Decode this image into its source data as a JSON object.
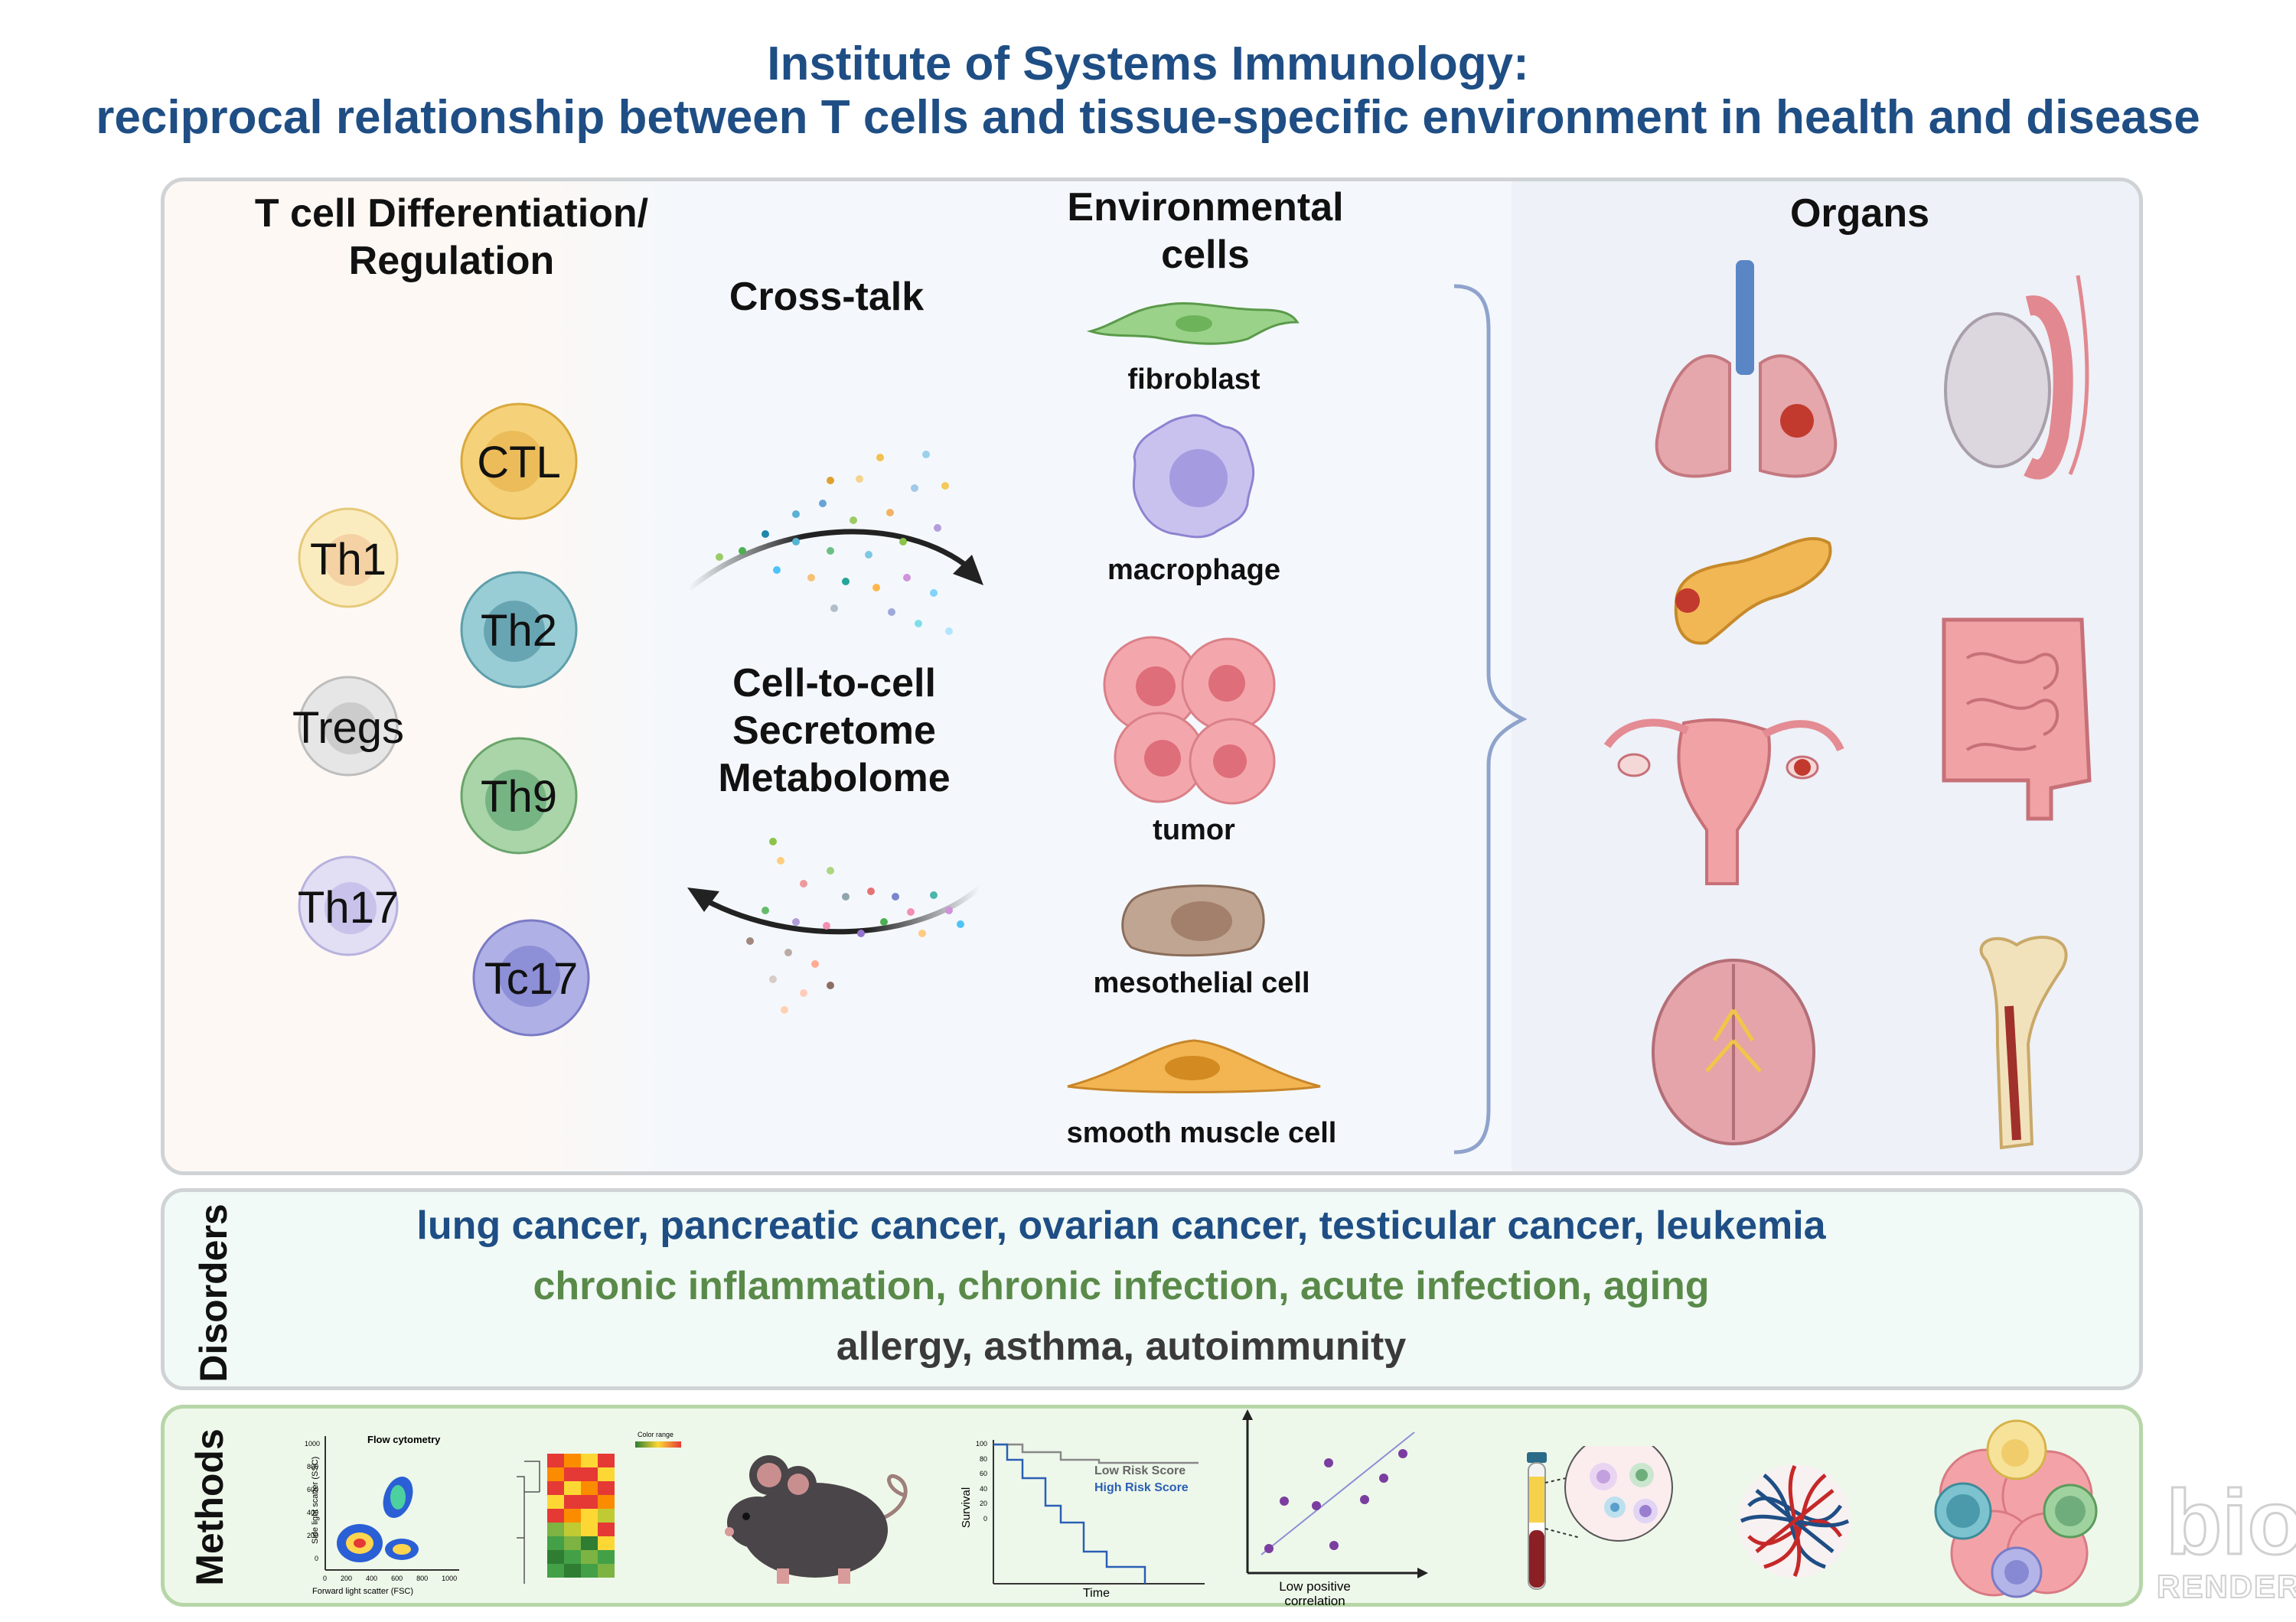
{
  "title": {
    "line1": "Institute of Systems Immunology:",
    "line2": "reciprocal relationship between T cells and tissue-specific environment in health and disease"
  },
  "tcell_section": {
    "heading": "T cell Differentiation/\nRegulation",
    "cells": [
      {
        "label": "CTL",
        "color": "#f2cd6e"
      },
      {
        "label": "Th1",
        "color": "#f9e4a8"
      },
      {
        "label": "Th2",
        "color": "#8fc6cf"
      },
      {
        "label": "Tregs",
        "color": "#dcdcdc"
      },
      {
        "label": "Th9",
        "color": "#9fcf9f"
      },
      {
        "label": "Th17",
        "color": "#d8d4f0"
      },
      {
        "label": "Tc17",
        "color": "#a7a8e0"
      }
    ]
  },
  "crosstalk": {
    "heading": "Cross-talk",
    "mechanisms": "Cell-to-cell\nSecretome\nMetabolome"
  },
  "environmental": {
    "heading": "Environmental\ncells",
    "cells": [
      "fibroblast",
      "macrophage",
      "tumor",
      "mesothelial cell",
      "smooth muscle cell"
    ]
  },
  "organs": {
    "heading": "Organs",
    "icons": [
      "lung-icon",
      "testis-icon",
      "pancreas-icon",
      "intestine-icon",
      "uterus-icon",
      "brain-icon",
      "bone-icon"
    ]
  },
  "disorders": {
    "label": "Disorders",
    "line1": "lung cancer, pancreatic cancer, ovarian cancer, testicular cancer, leukemia",
    "line2": "chronic inflammation, chronic infection, acute infection, aging",
    "line3": "allergy, asthma, autoimmunity",
    "colors": {
      "cancer": "#1f4e85",
      "inflammation": "#5a8a4a",
      "allergy": "#3a3a3a"
    }
  },
  "methods": {
    "label": "Methods",
    "flow": {
      "title": "Flow cytometry",
      "ylabel": "Side light scatter (SSC)",
      "xlabel": "Forward light scatter (FSC)",
      "yticks": [
        "1000",
        "800",
        "600",
        "400",
        "200",
        "0"
      ],
      "xticks": [
        "0",
        "200",
        "400",
        "600",
        "800",
        "1000"
      ]
    },
    "heatmap": {
      "legend": "Color range"
    },
    "survival": {
      "ylabel": "Survival",
      "xlabel": "Time",
      "low": "Low Risk Score",
      "high": "High Risk Score",
      "yticks": [
        "100",
        "80",
        "60",
        "40",
        "20",
        "0"
      ]
    },
    "correlation": {
      "xlabel": "Low positive\ncorrelation"
    },
    "icons": [
      "mouse-icon",
      "blood-tube-icon",
      "chromatin-icon",
      "tumor-microenvironment-icon"
    ]
  },
  "watermark": {
    "text": "bio",
    "subtext": "RENDER"
  }
}
